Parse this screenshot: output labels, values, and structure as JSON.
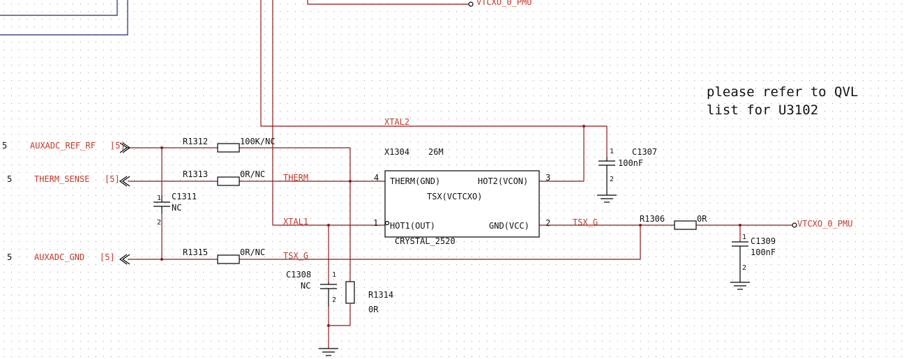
{
  "note": {
    "line1": "please refer to QVL",
    "line2": "list for U3102"
  },
  "ports": {
    "aux_ref": {
      "num": "5",
      "label": "AUXADC_REF_RF",
      "ref": "[5]"
    },
    "therm": {
      "num": "5",
      "label": "THERM_SENSE",
      "ref": "[5]"
    },
    "aux_gnd": {
      "num": "5",
      "label": "AUXADC_GND",
      "ref": "[5]"
    },
    "vtcxo_out": {
      "label": "VTCXO_0_PMU"
    },
    "vtcxo_top": {
      "label": "VTCXO_0_PMU"
    }
  },
  "nets": {
    "xtal2": "XTAL2",
    "therm": "THERM",
    "xtal1": "XTAL1",
    "tsx_g_right": "TSX_G",
    "tsx_g_bottom": "TSX_G"
  },
  "components": {
    "r1312": {
      "ref": "R1312",
      "value": "100K/NC"
    },
    "r1313": {
      "ref": "R1313",
      "value": "0R/NC"
    },
    "r1315": {
      "ref": "R1315",
      "value": "0R/NC"
    },
    "r1314": {
      "ref": "R1314",
      "value": "0R"
    },
    "r1306": {
      "ref": "R1306",
      "value": "0R"
    },
    "c1311": {
      "ref": "C1311",
      "value": "NC",
      "pin1": "1",
      "pin2": "2"
    },
    "c1308": {
      "ref": "C1308",
      "value": "NC",
      "pin1": "1",
      "pin2": "2"
    },
    "c1307": {
      "ref": "C1307",
      "value": "100nF",
      "pin1": "1",
      "pin2": "2"
    },
    "c1309": {
      "ref": "C1309",
      "value": "100nF",
      "pin1": "1",
      "pin2": "2"
    },
    "x1304": {
      "ref": "X1304",
      "value": "26M",
      "footprint": "CRYSTAL_2520",
      "part": "TSX(VCTCXO)",
      "pins": {
        "p4": {
          "num": "4",
          "name": "THERM(GND)"
        },
        "p3": {
          "num": "3",
          "name": "HOT2(VCON)"
        },
        "p1": {
          "num": "1",
          "name": "HOT1(OUT)"
        },
        "p2": {
          "num": "2",
          "name": "GND(VCC)"
        }
      }
    }
  }
}
